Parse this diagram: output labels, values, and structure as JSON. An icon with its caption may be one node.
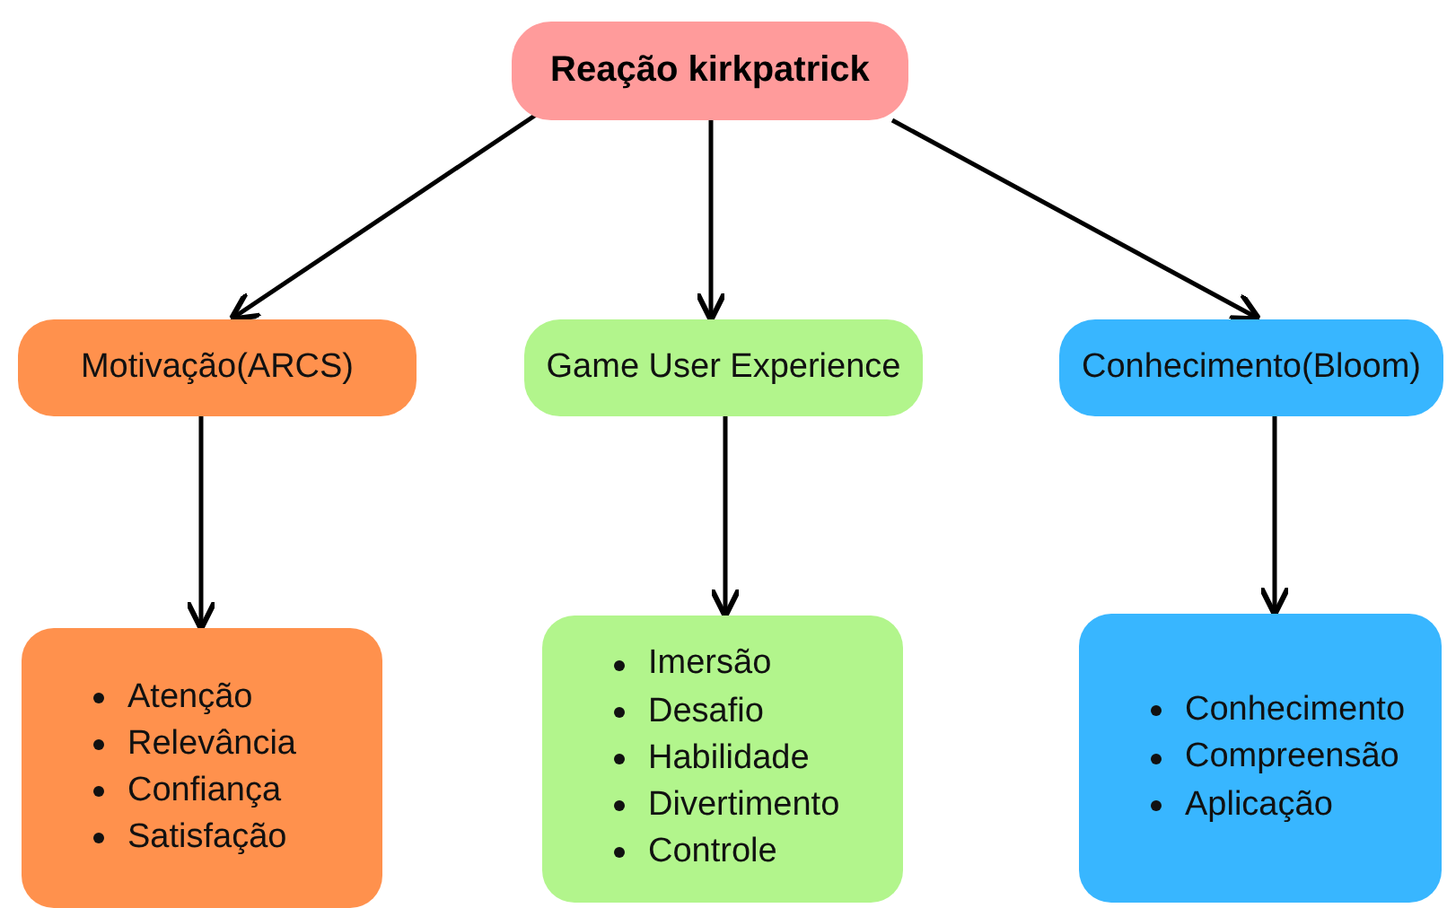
{
  "diagram": {
    "nodes": [
      {
        "text": [
          "Reação kirkpatrick"
        ]
      },
      {
        "text": [
          "Motivação(ARCS)"
        ]
      },
      {
        "text": [
          "Game User Experience"
        ]
      },
      {
        "text": [
          "Conhecimento(Bloom)"
        ]
      },
      {
        "text": [
          "Atenção",
          "Relevância",
          "Confiança",
          "Satisfação"
        ]
      },
      {
        "text": [
          "Imersão",
          "Desafio",
          "Habilidade",
          "Divertimento",
          "Controle"
        ]
      },
      {
        "text": [
          "Conhecimento",
          "Compreensão",
          "Aplicação"
        ]
      }
    ],
    "edges": [
      {
        "from": 0,
        "to": 1,
        "arrow": "to"
      },
      {
        "from": 0,
        "to": 2,
        "arrow": "to"
      },
      {
        "from": 0,
        "to": 3,
        "arrow": "to"
      },
      {
        "from": 1,
        "to": 4,
        "arrow": "to"
      },
      {
        "from": 2,
        "to": 5,
        "arrow": "to"
      },
      {
        "from": 3,
        "to": 6,
        "arrow": "to"
      }
    ]
  }
}
